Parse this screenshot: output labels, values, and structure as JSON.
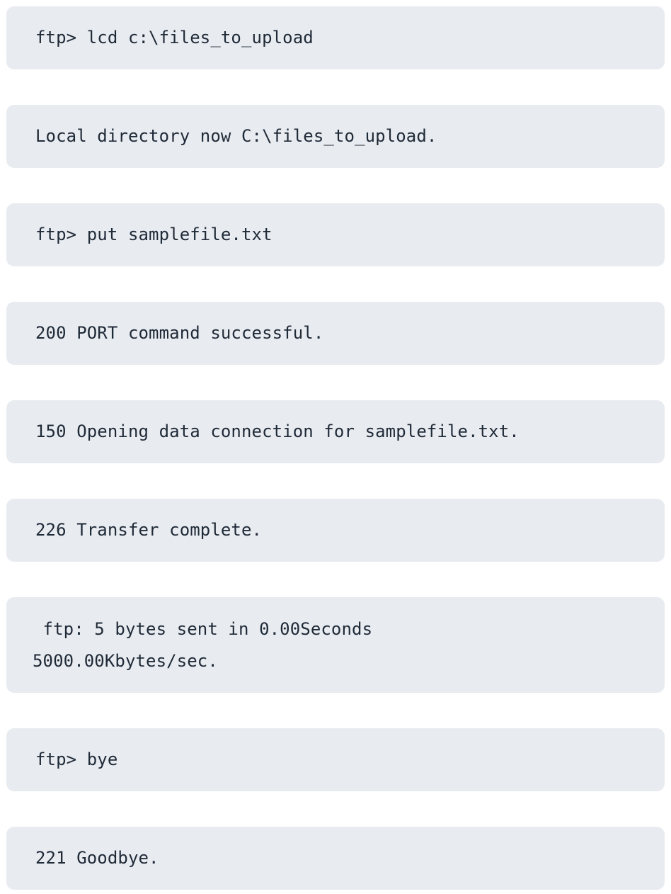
{
  "session": {
    "kind": "ftp-terminal-transcript",
    "background_color": "#ffffff",
    "bubble_color": "#e8ebf0",
    "text_color": "#1f2a37",
    "messages": [
      {
        "id": "cmd-lcd",
        "role": "command",
        "lines": [
          "ftp> lcd c:\\files_to_upload"
        ]
      },
      {
        "id": "resp-local-directory",
        "role": "response",
        "lines": [
          "Local directory now C:\\files_to_upload."
        ]
      },
      {
        "id": "cmd-put",
        "role": "command",
        "lines": [
          "ftp> put samplefile.txt"
        ]
      },
      {
        "id": "resp-200-port",
        "role": "response",
        "lines": [
          "200 PORT command successful."
        ]
      },
      {
        "id": "resp-150-opening",
        "role": "response",
        "lines": [
          "150 Opening data connection for samplefile.txt."
        ]
      },
      {
        "id": "resp-226-transfer",
        "role": "response",
        "lines": [
          "226 Transfer complete."
        ]
      },
      {
        "id": "resp-transfer-stats",
        "role": "response",
        "wrapped": true,
        "lines": [
          " ftp: 5 bytes sent in 0.00Seconds",
          "5000.00Kbytes/sec."
        ]
      },
      {
        "id": "cmd-bye",
        "role": "command",
        "lines": [
          "ftp> bye"
        ]
      },
      {
        "id": "resp-221-goodbye",
        "role": "response",
        "lines": [
          "221 Goodbye."
        ]
      }
    ]
  }
}
